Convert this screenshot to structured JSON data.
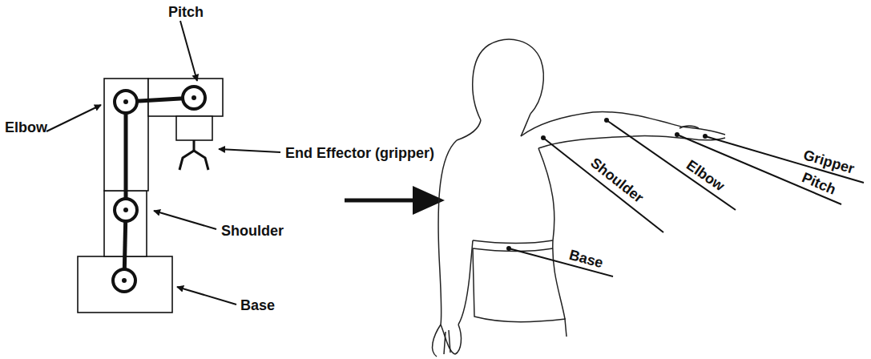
{
  "diagram": {
    "labels": [
      "Pitch",
      "Elbow",
      "End Effector (gripper)",
      "Shoulder",
      "Base",
      "Shoulder",
      "Elbow",
      "Gripper",
      "Pitch",
      "Base"
    ]
  }
}
